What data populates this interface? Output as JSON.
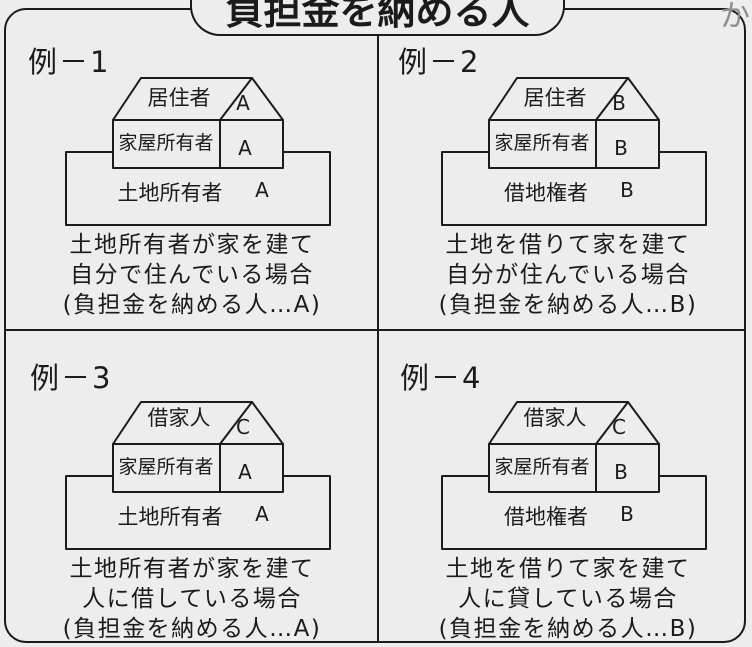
{
  "title": "負担金を納める人",
  "edge_fragment": "か",
  "colors": {
    "paper": "#ededed",
    "ink": "#1b1b1b",
    "bleed": "#8e8e8e"
  },
  "examples": [
    {
      "label": "例－1",
      "roof": {
        "role": "居住者",
        "letter": "A"
      },
      "house": {
        "role": "家屋所有者",
        "letter": "A"
      },
      "land": {
        "role": "土地所有者",
        "letter": "A"
      },
      "caption": [
        "土地所有者が家を建て",
        "自分で住んでいる場合",
        "(負担金を納める人…A)"
      ]
    },
    {
      "label": "例－2",
      "roof": {
        "role": "居住者",
        "letter": "B"
      },
      "house": {
        "role": "家屋所有者",
        "letter": "B"
      },
      "land": {
        "role": "借地権者",
        "letter": "B"
      },
      "caption": [
        "土地を借りて家を建て",
        "自分が住んでいる場合",
        "(負担金を納める人…B)"
      ]
    },
    {
      "label": "例－3",
      "roof": {
        "role": "借家人",
        "letter": "C"
      },
      "house": {
        "role": "家屋所有者",
        "letter": "A"
      },
      "land": {
        "role": "土地所有者",
        "letter": "A"
      },
      "caption": [
        "土地所有者が家を建て",
        "人に借している場合",
        "(負担金を納める人…A)"
      ]
    },
    {
      "label": "例－4",
      "roof": {
        "role": "借家人",
        "letter": "C"
      },
      "house": {
        "role": "家屋所有者",
        "letter": "B"
      },
      "land": {
        "role": "借地権者",
        "letter": "B"
      },
      "caption": [
        "土地を借りて家を建て",
        "人に貸している場合",
        "(負担金を納める人…B)"
      ]
    }
  ]
}
